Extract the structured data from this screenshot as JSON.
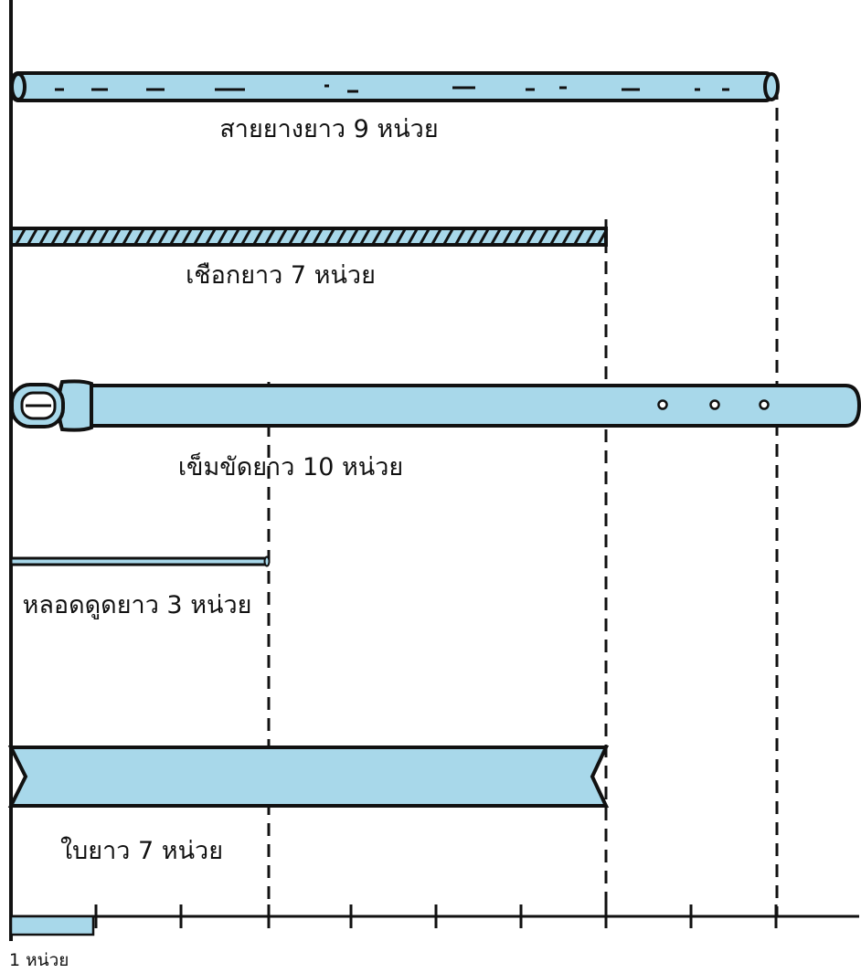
{
  "objects": [
    {
      "id": "hose",
      "label": "สายยางยาว 9 หน่วย",
      "length_units": 9
    },
    {
      "id": "rope",
      "label": "เชือกยาว 7 หน่วย",
      "length_units": 7
    },
    {
      "id": "belt",
      "label": "เข็มขัดยาว 10 หน่วย",
      "length_units": 10
    },
    {
      "id": "straw",
      "label": "หลอดดูดยาว 3 หน่วย",
      "length_units": 3
    },
    {
      "id": "leaf",
      "label": "ใบยาว 7 หน่วย",
      "length_units": 7
    }
  ],
  "scale": {
    "unit_label": "1 หน่วย",
    "ticks": [
      1,
      2,
      3,
      4,
      5,
      6,
      7,
      8,
      9
    ]
  },
  "colors": {
    "object_fill": "#a8d8ea",
    "outline": "#111111"
  }
}
